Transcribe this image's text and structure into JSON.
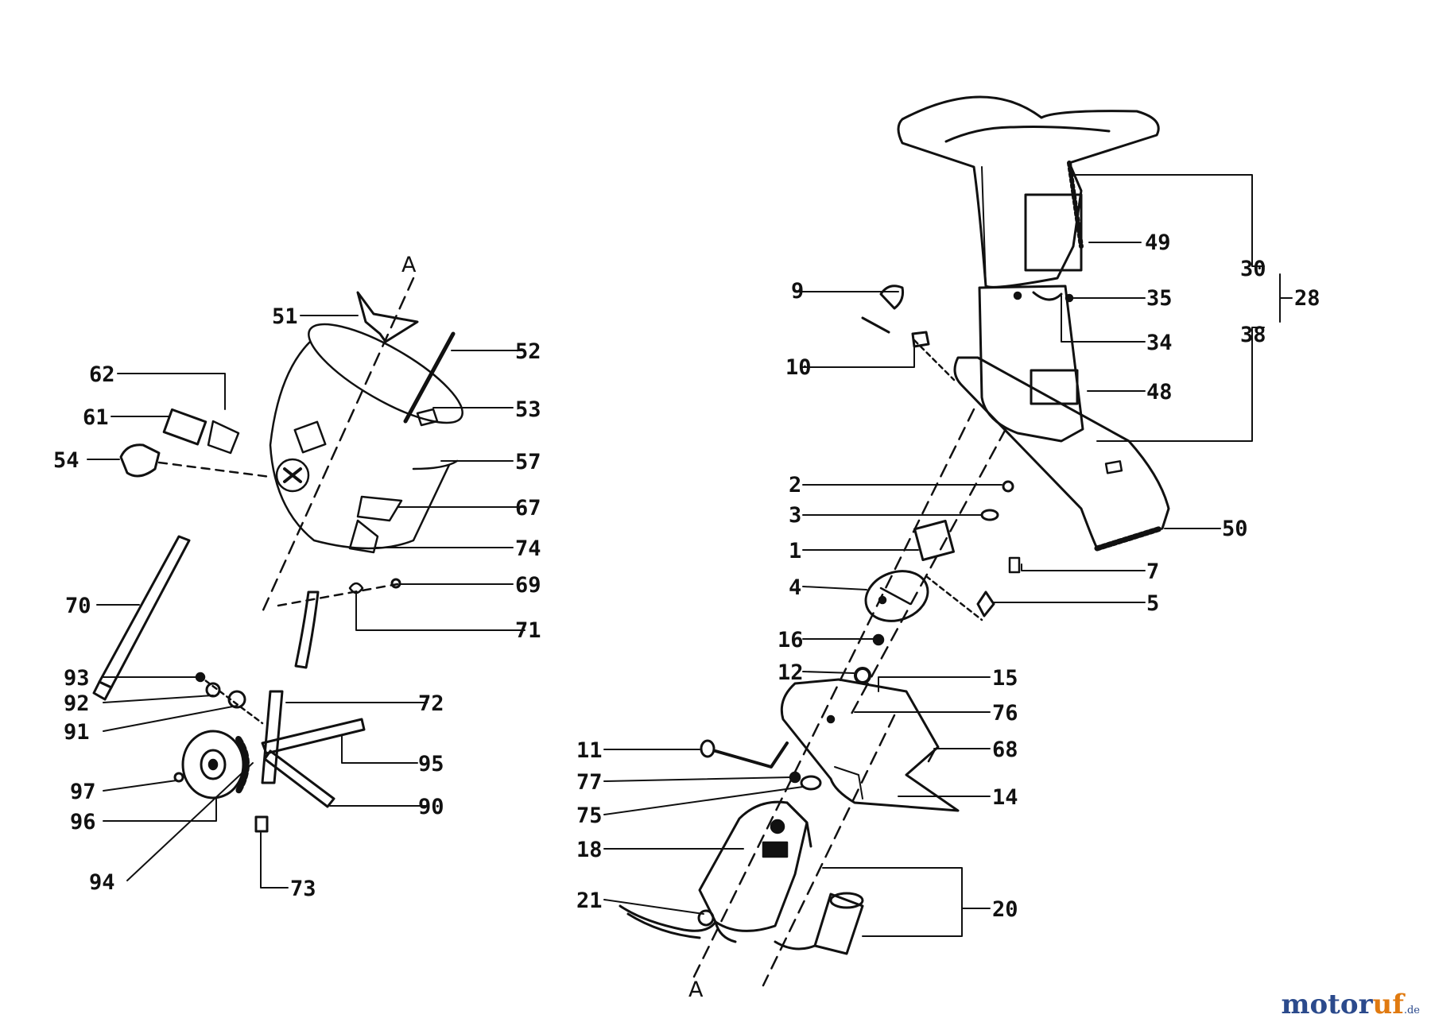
{
  "diagram": {
    "axis_label_top": "A",
    "axis_label_bottom": "A",
    "left_callouts": [
      "51",
      "52",
      "62",
      "61",
      "53",
      "54",
      "57",
      "67",
      "74",
      "69",
      "70",
      "71",
      "93",
      "92",
      "72",
      "91",
      "95",
      "97",
      "90",
      "96",
      "94",
      "73"
    ],
    "right_callouts": [
      "49",
      "30",
      "28",
      "38",
      "9",
      "35",
      "34",
      "10",
      "48",
      "2",
      "50",
      "3",
      "1",
      "7",
      "4",
      "5",
      "16",
      "12",
      "15",
      "76",
      "68",
      "11",
      "77",
      "14",
      "75",
      "18",
      "20",
      "21"
    ]
  },
  "watermark": {
    "part1": "motor",
    "part2": "uf",
    "suffix": ".de"
  },
  "colors": {
    "line": "#111111",
    "brand_blue": "#2b4a8c",
    "brand_orange": "#e07a10"
  }
}
